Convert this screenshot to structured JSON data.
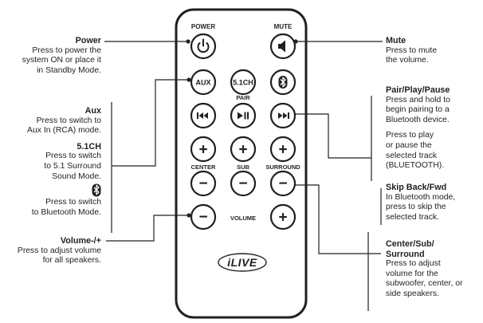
{
  "remote": {
    "labels": {
      "power": "POWER",
      "mute": "MUTE",
      "aux": "AUX",
      "surround51": "5.1CH",
      "pair": "PAIR",
      "center": "CENTER",
      "sub": "SUB",
      "surround": "SURROUND",
      "volume": "VOLUME",
      "plus": "+",
      "minus": "−",
      "brand": "iLIVE"
    },
    "icons": {
      "power": "power-icon",
      "mute": "speaker-icon",
      "bluetooth": "bluetooth-icon",
      "previous": "skip-back-icon",
      "play_pause": "play-pause-icon",
      "next": "skip-forward-icon"
    }
  },
  "annotations": {
    "power": {
      "title": "Power",
      "desc": [
        "Press to power the",
        "system ON or place it",
        "in Standby Mode."
      ]
    },
    "aux_group": {
      "aux_title": "Aux",
      "aux_desc": [
        "Press to switch to",
        "Aux In (RCA) mode."
      ],
      "ch_title": "5.1CH",
      "ch_desc": [
        "Press to switch",
        "to 5.1 Surround",
        "Sound Mode."
      ],
      "bt_desc": [
        "Press to switch",
        "to Bluetooth Mode."
      ]
    },
    "volume": {
      "title": "Volume-/+",
      "desc": [
        "Press to adjust volume",
        "for all speakers."
      ]
    },
    "mute": {
      "title": "Mute",
      "desc": [
        "Press to mute",
        "the volume."
      ]
    },
    "pair": {
      "title": "Pair/Play/Pause",
      "desc": [
        "Press and hold to",
        "begin pairing to a",
        "Bluetooth device."
      ],
      "desc2": [
        "Press to play",
        "or pause the",
        "selected track",
        "(BLUETOOTH)."
      ]
    },
    "skip": {
      "title": "Skip Back/Fwd",
      "desc": [
        "In Bluetooth mode,",
        "press to skip the",
        "selected track."
      ]
    },
    "center_sub": {
      "title_lines": [
        "Center/Sub/",
        "Surround"
      ],
      "desc": [
        "Press to adjust",
        "volume for the",
        "subwoofer, center, or",
        "side speakers."
      ]
    }
  }
}
